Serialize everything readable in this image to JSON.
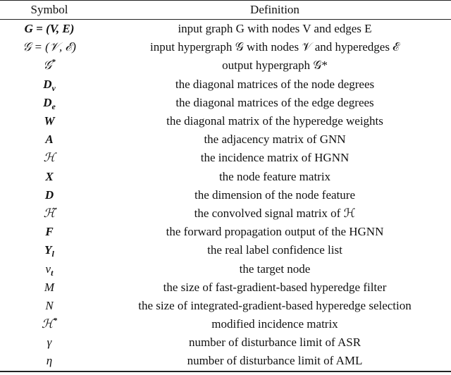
{
  "headers": {
    "symbol": "Symbol",
    "definition": "Definition"
  },
  "rows": [
    {
      "base": "G = (V, E)",
      "sub": "",
      "sup": "",
      "cal": false,
      "def": "input graph G with nodes V and edges E"
    },
    {
      "base": "𝒢 = (𝒱, ℰ)",
      "sub": "",
      "sup": "",
      "cal": true,
      "def": "input hypergraph 𝒢 with nodes 𝒱 and hyperedges ℰ"
    },
    {
      "base": "𝒢",
      "sub": "",
      "sup": "*",
      "cal": true,
      "def": "output hypergraph 𝒢*"
    },
    {
      "base": "D",
      "sub": "v",
      "sup": "",
      "cal": false,
      "def": "the diagonal matrices of the node degrees"
    },
    {
      "base": "D",
      "sub": "e",
      "sup": "",
      "cal": false,
      "def": "the diagonal matrices of the edge degrees"
    },
    {
      "base": "W",
      "sub": "",
      "sup": "",
      "cal": false,
      "def": "the diagonal matrix of the hyperedge weights"
    },
    {
      "base": "A",
      "sub": "",
      "sup": "",
      "cal": false,
      "def": "the adjacency matrix of GNN"
    },
    {
      "base": "ℋ",
      "sub": "",
      "sup": "",
      "cal": true,
      "def": "the incidence matrix of HGNN"
    },
    {
      "base": "X",
      "sub": "",
      "sup": "",
      "cal": false,
      "def": "the node feature matrix"
    },
    {
      "base": "D",
      "sub": "",
      "sup": "",
      "cal": false,
      "def": "the dimension of the node feature"
    },
    {
      "base": "ℋ̃",
      "sub": "",
      "sup": "",
      "cal": true,
      "def": "the convolved signal matrix of ℋ"
    },
    {
      "base": "F",
      "sub": "",
      "sup": "",
      "cal": false,
      "def": "the forward propagation output of the HGNN"
    },
    {
      "base": "Y",
      "sub": "l",
      "sup": "",
      "cal": false,
      "def": "the real label confidence list"
    },
    {
      "base": "v",
      "sub": "t",
      "sup": "",
      "cal": true,
      "def": "the target node"
    },
    {
      "base": "M",
      "sub": "",
      "sup": "",
      "cal": true,
      "def": "the size of fast-gradient-based hyperedge filter"
    },
    {
      "base": "N",
      "sub": "",
      "sup": "",
      "cal": true,
      "def": "the size of integrated-gradient-based hyperedge selection"
    },
    {
      "base": "ℋ",
      "sub": "",
      "sup": "*",
      "cal": true,
      "def": "modified incidence matrix"
    },
    {
      "base": "γ",
      "sub": "",
      "sup": "",
      "cal": true,
      "def": "number of disturbance limit of ASR"
    },
    {
      "base": "η",
      "sub": "",
      "sup": "",
      "cal": true,
      "def": "number of disturbance limit of AML"
    }
  ]
}
